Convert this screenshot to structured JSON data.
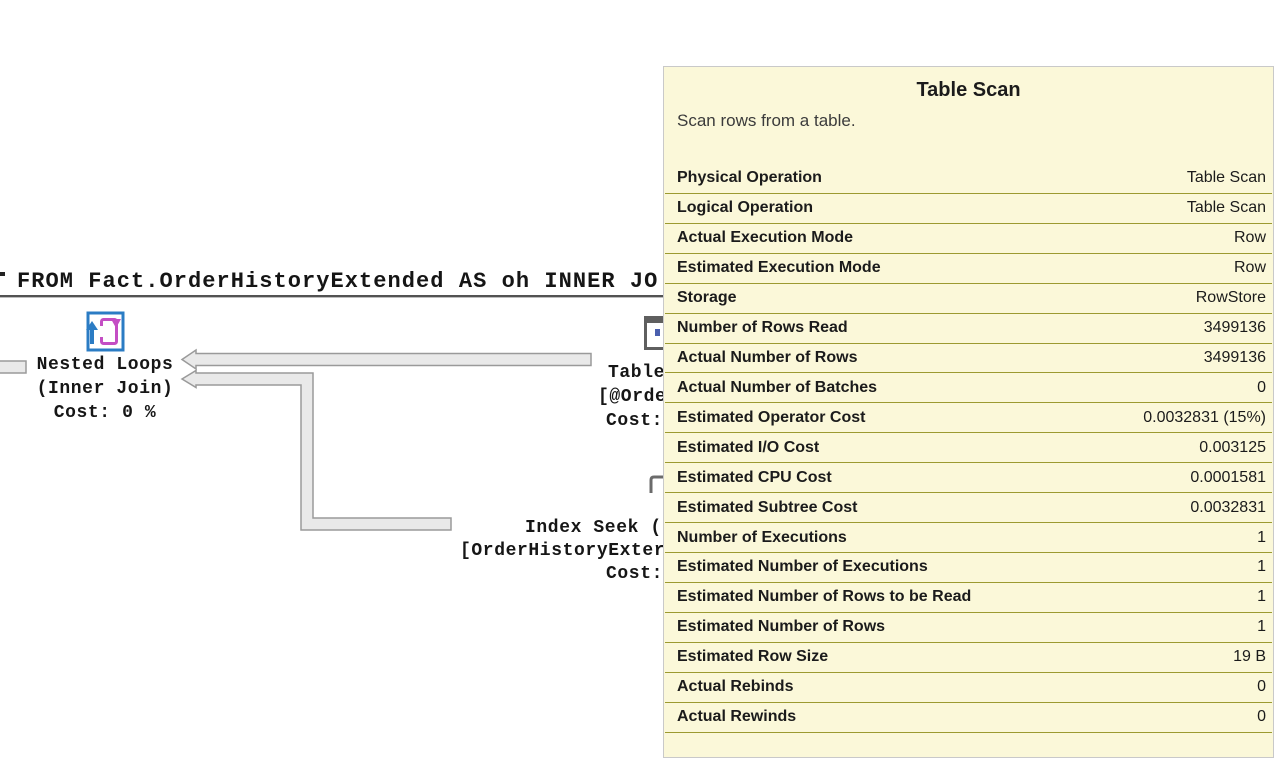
{
  "query_pane": {
    "sql_text": "FROM Fact.OrderHistoryExtended AS oh INNER JO"
  },
  "plan": {
    "nested_loops": {
      "line1": "Nested Loops",
      "line2": "(Inner Join)",
      "line3": "Cost: 0 %"
    },
    "table_scan_node": {
      "line1": "Table",
      "line2": "[@Orde",
      "line3": "Cost:"
    },
    "index_seek_node": {
      "line1": "Index Seek (",
      "line2": "[OrderHistoryExter",
      "line3": "Cost:"
    }
  },
  "tooltip": {
    "title": "Table Scan",
    "description": "Scan rows from a table.",
    "rows": [
      {
        "label": "Physical Operation",
        "value": "Table Scan"
      },
      {
        "label": "Logical Operation",
        "value": "Table Scan"
      },
      {
        "label": "Actual Execution Mode",
        "value": "Row"
      },
      {
        "label": "Estimated Execution Mode",
        "value": "Row"
      },
      {
        "label": "Storage",
        "value": "RowStore"
      },
      {
        "label": "Number of Rows Read",
        "value": "3499136"
      },
      {
        "label": "Actual Number of Rows",
        "value": "3499136"
      },
      {
        "label": "Actual Number of Batches",
        "value": "0"
      },
      {
        "label": "Estimated Operator Cost",
        "value": "0.0032831 (15%)"
      },
      {
        "label": "Estimated I/O Cost",
        "value": "0.003125"
      },
      {
        "label": "Estimated CPU Cost",
        "value": "0.0001581"
      },
      {
        "label": "Estimated Subtree Cost",
        "value": "0.0032831"
      },
      {
        "label": "Number of Executions",
        "value": "1"
      },
      {
        "label": "Estimated Number of Executions",
        "value": "1"
      },
      {
        "label": "Estimated Number of Rows to be Read",
        "value": "1"
      },
      {
        "label": "Estimated Number of Rows",
        "value": "1"
      },
      {
        "label": "Estimated Row Size",
        "value": "19 B"
      },
      {
        "label": "Actual Rebinds",
        "value": "0"
      },
      {
        "label": "Actual Rewinds",
        "value": "0"
      }
    ],
    "colors": {
      "background": "#fbf8d9",
      "separator": "#9c9a30",
      "border": "#c9c9c9"
    }
  }
}
